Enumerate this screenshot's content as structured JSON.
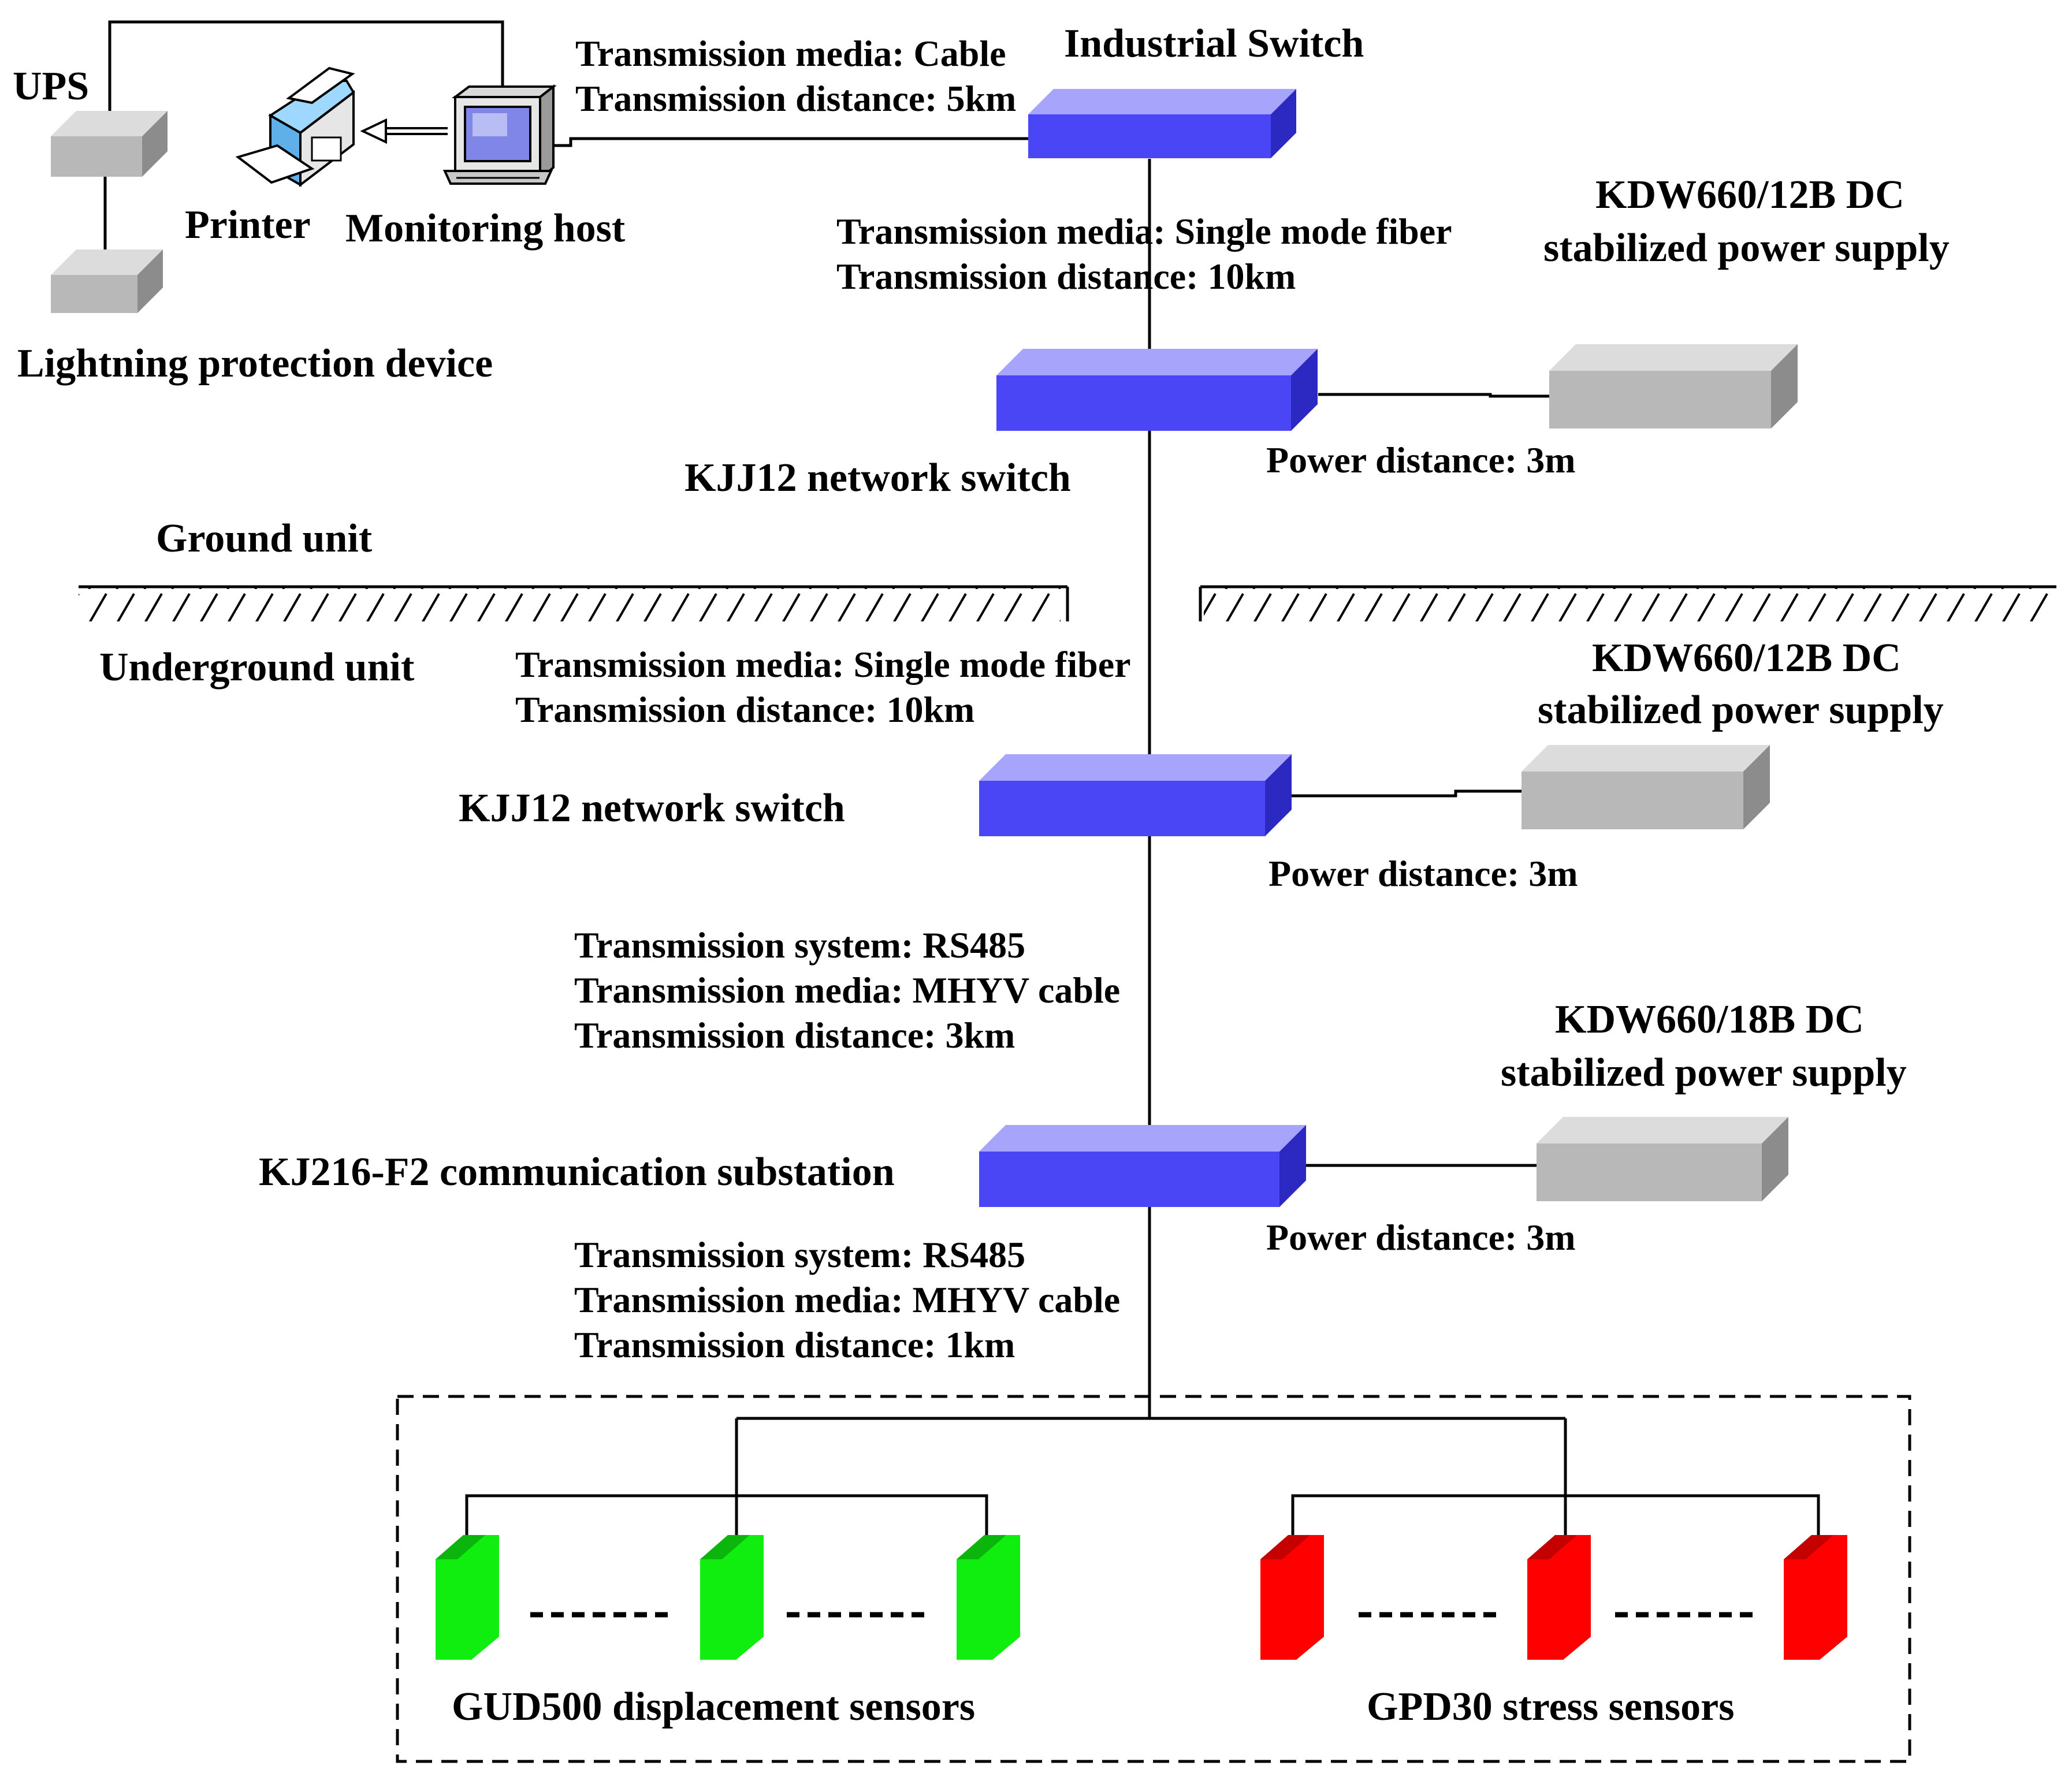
{
  "colors": {
    "switch_front": "#4a46f5",
    "switch_top": "#a6a4fb",
    "switch_side": "#2c29c2",
    "box_front": "#b8b8b8",
    "box_top": "#dcdcdc",
    "box_side": "#8c8c8c",
    "green_sensor": "#10ee10",
    "green_sensor_side": "#0bb50b",
    "red_sensor": "#ff0000",
    "red_sensor_side": "#c40000",
    "line": "#000000"
  },
  "top": {
    "ups_label": "UPS",
    "printer_label": "Printer",
    "monitoring_host_label": "Monitoring host",
    "lightning_label": "Lightning protection device",
    "cable_media": "Transmission media: Cable",
    "cable_distance": "Transmission distance: 5km",
    "industrial_switch_label": "Industrial Switch"
  },
  "link1": {
    "media": "Transmission media: Single mode fiber",
    "distance": "Transmission distance: 10km"
  },
  "power1": {
    "line1": "KDW660/12B DC",
    "line2": "stabilized power supply",
    "distance": "Power distance: 3m"
  },
  "switch1_label": "KJJ12 network switch",
  "ground_label": "Ground unit",
  "underground_label": "Underground unit",
  "link2": {
    "media": "Transmission media: Single mode fiber",
    "distance": "Transmission distance: 10km"
  },
  "power2": {
    "line1": "KDW660/12B DC",
    "line2": "stabilized power supply",
    "distance": "Power distance: 3m"
  },
  "switch2_label": "KJJ12 network switch",
  "link3": {
    "system": "Transmission system: RS485",
    "media": "Transmission media: MHYV cable",
    "distance": "Transmission distance: 3km"
  },
  "power3": {
    "line1": "KDW660/18B DC",
    "line2": "stabilized power supply",
    "distance": "Power distance: 3m"
  },
  "substation_label": "KJ216-F2 communication  substation",
  "link4": {
    "system": "Transmission system: RS485",
    "media": "Transmission media: MHYV cable",
    "distance": "Transmission distance: 1km"
  },
  "sensors": {
    "displacement_label": "GUD500 displacement sensors",
    "stress_label": "GPD30 stress sensors"
  }
}
